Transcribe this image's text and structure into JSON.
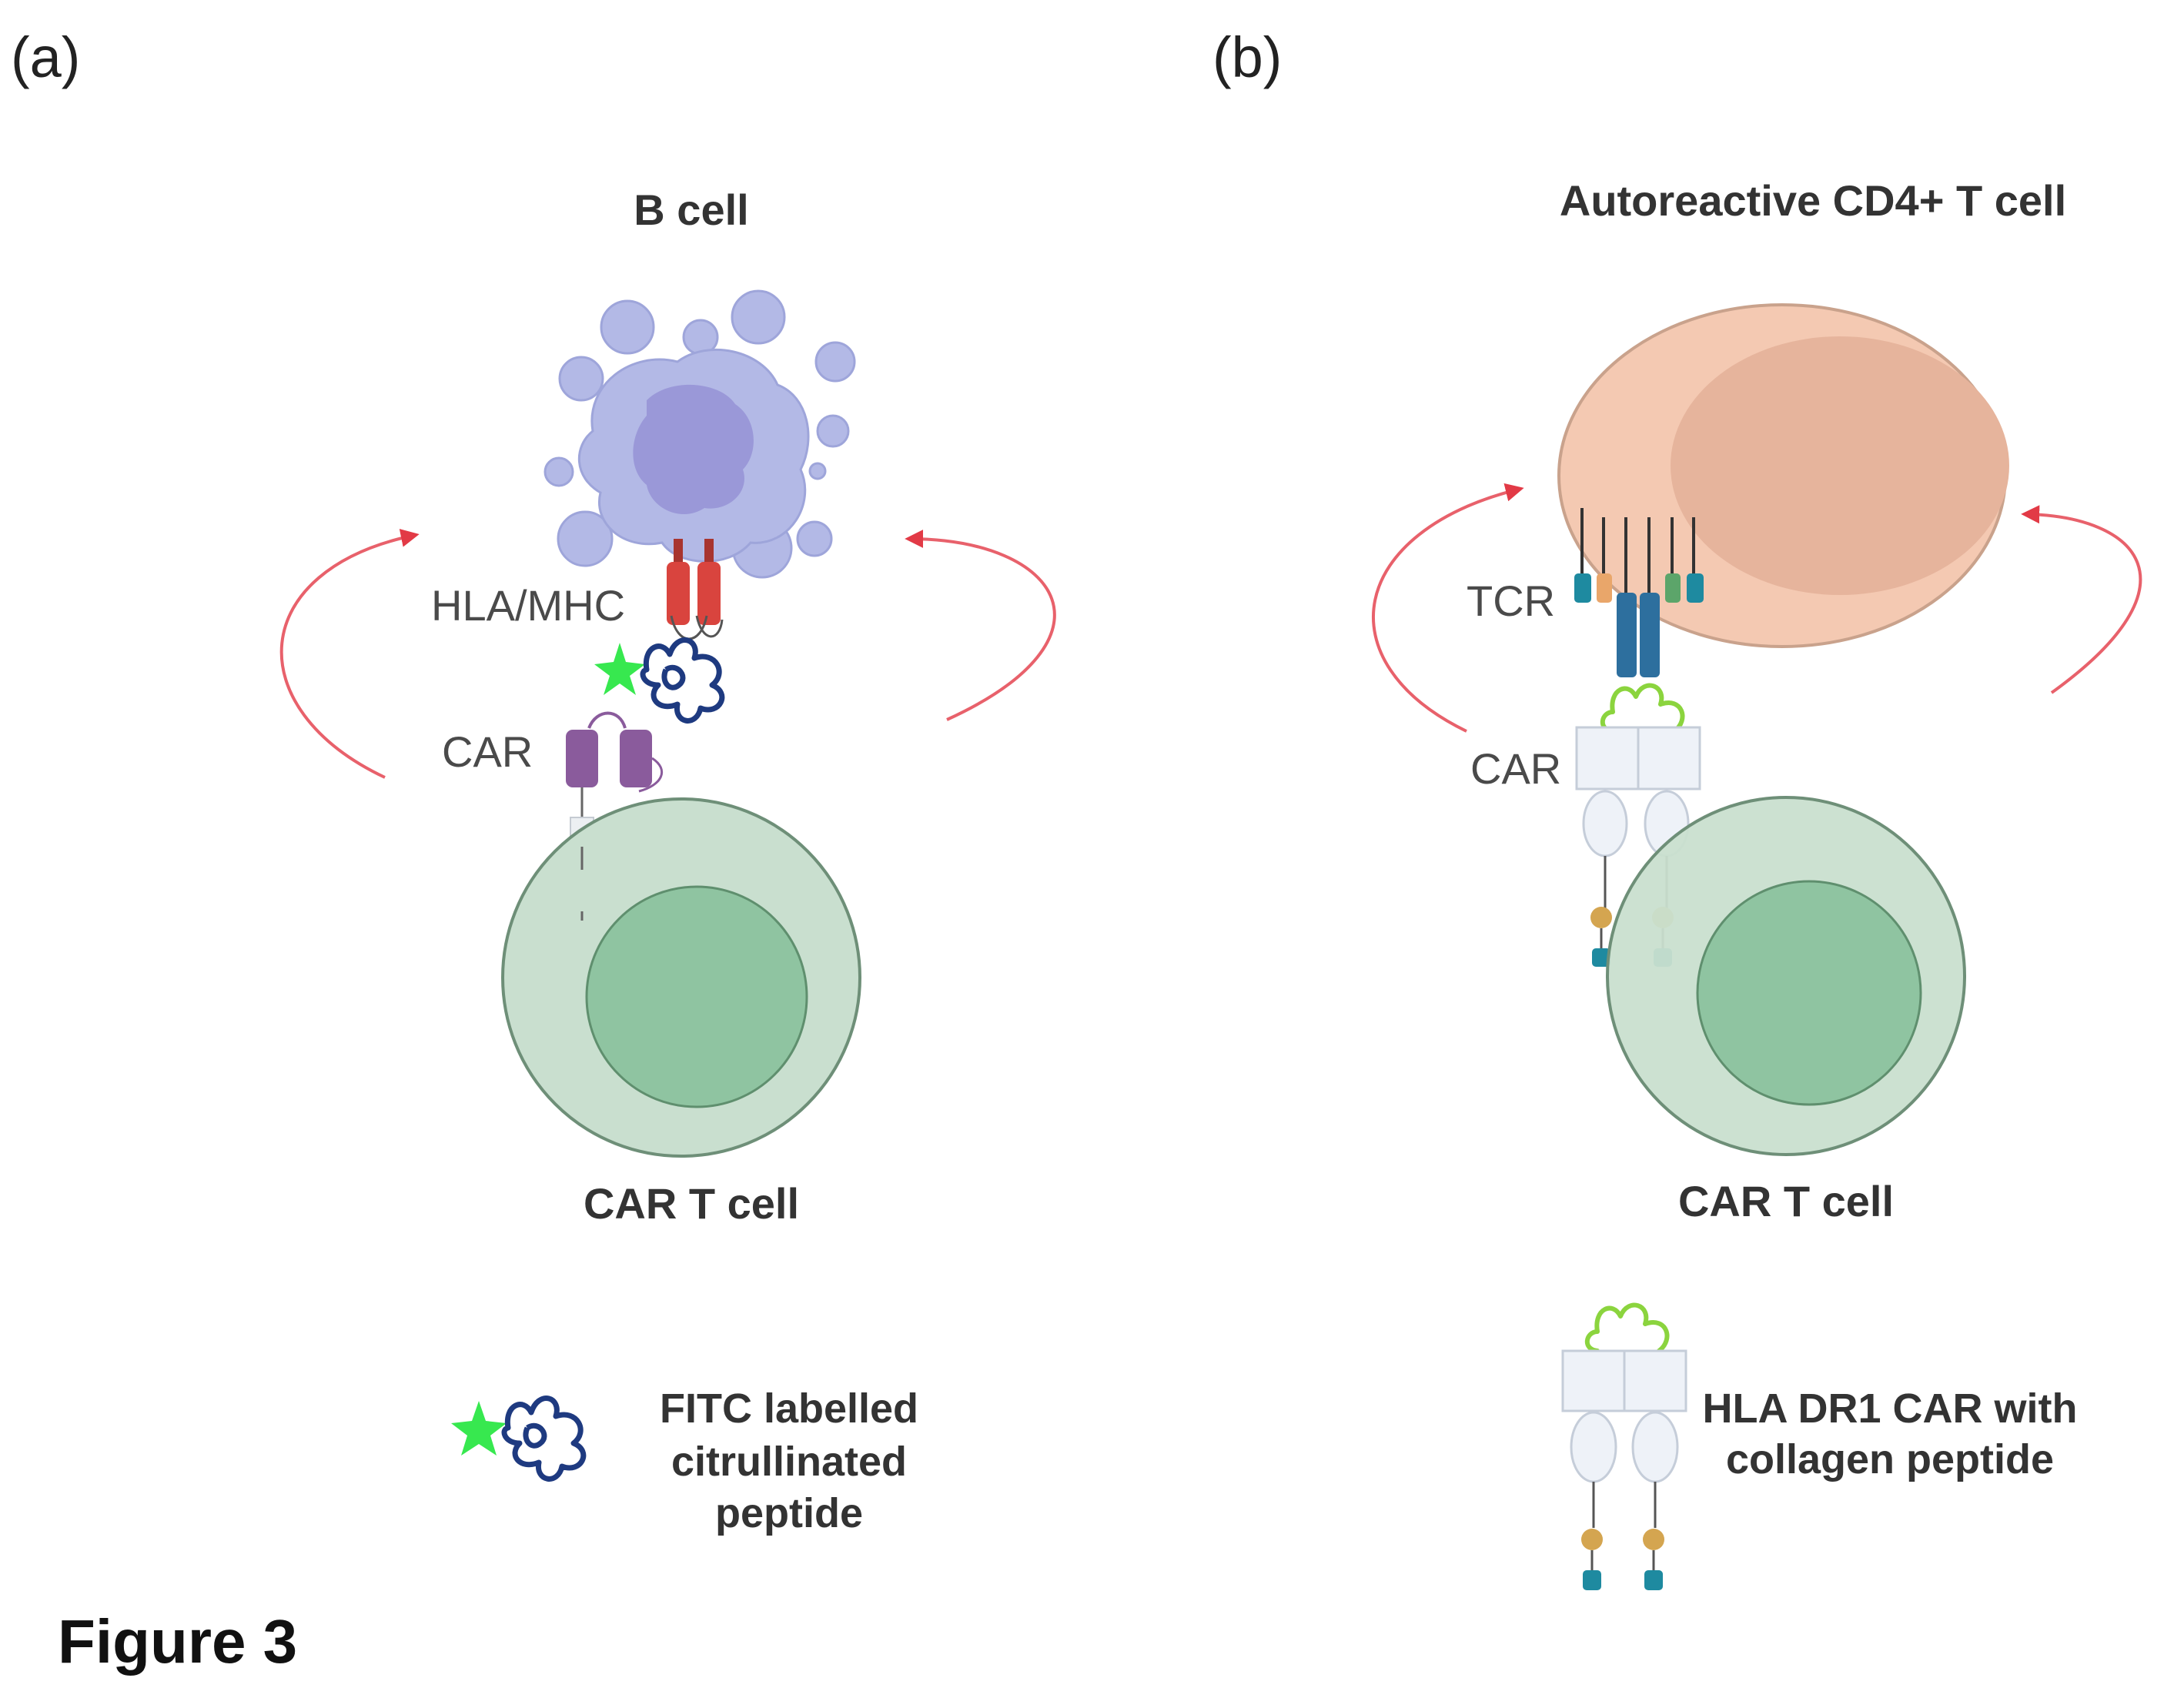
{
  "panels": [
    {
      "label": "(a)",
      "top_cell": "B cell",
      "bottom_cell": "CAR T cell",
      "molecules": [
        "HLA/MHC",
        "CAR"
      ],
      "legend": [
        "FITC labelled",
        "citrullinated",
        "peptide"
      ]
    },
    {
      "label": "(b)",
      "top_cell": "Autoreactive CD4+ T cell",
      "bottom_cell": "CAR T cell",
      "molecules": [
        "TCR",
        "CAR"
      ],
      "legend": [
        "HLA DR1 CAR with",
        "collagen peptide"
      ]
    }
  ],
  "figure_label": "Figure 3",
  "colors": {
    "b_cell": "#b3b9e6",
    "b_cell_nucleus": "#9a98d8",
    "cd4_cell": "#f4c9b2",
    "cd4_nucleus": "#e6b49c",
    "car_t_cell": "#c9dfcf",
    "car_t_nucleus": "#8fc4a1",
    "arrow": "#e23a46",
    "hla": "#d9443e",
    "car_a": "#8a5b9c",
    "fitc": "#37e84f",
    "peptide": "#1e3a80",
    "collagen": "#8bd43e",
    "tcr": "#2d6f9e",
    "teal": "#1e8aa0",
    "orange": "#f29a5b",
    "gold": "#d4a550"
  }
}
